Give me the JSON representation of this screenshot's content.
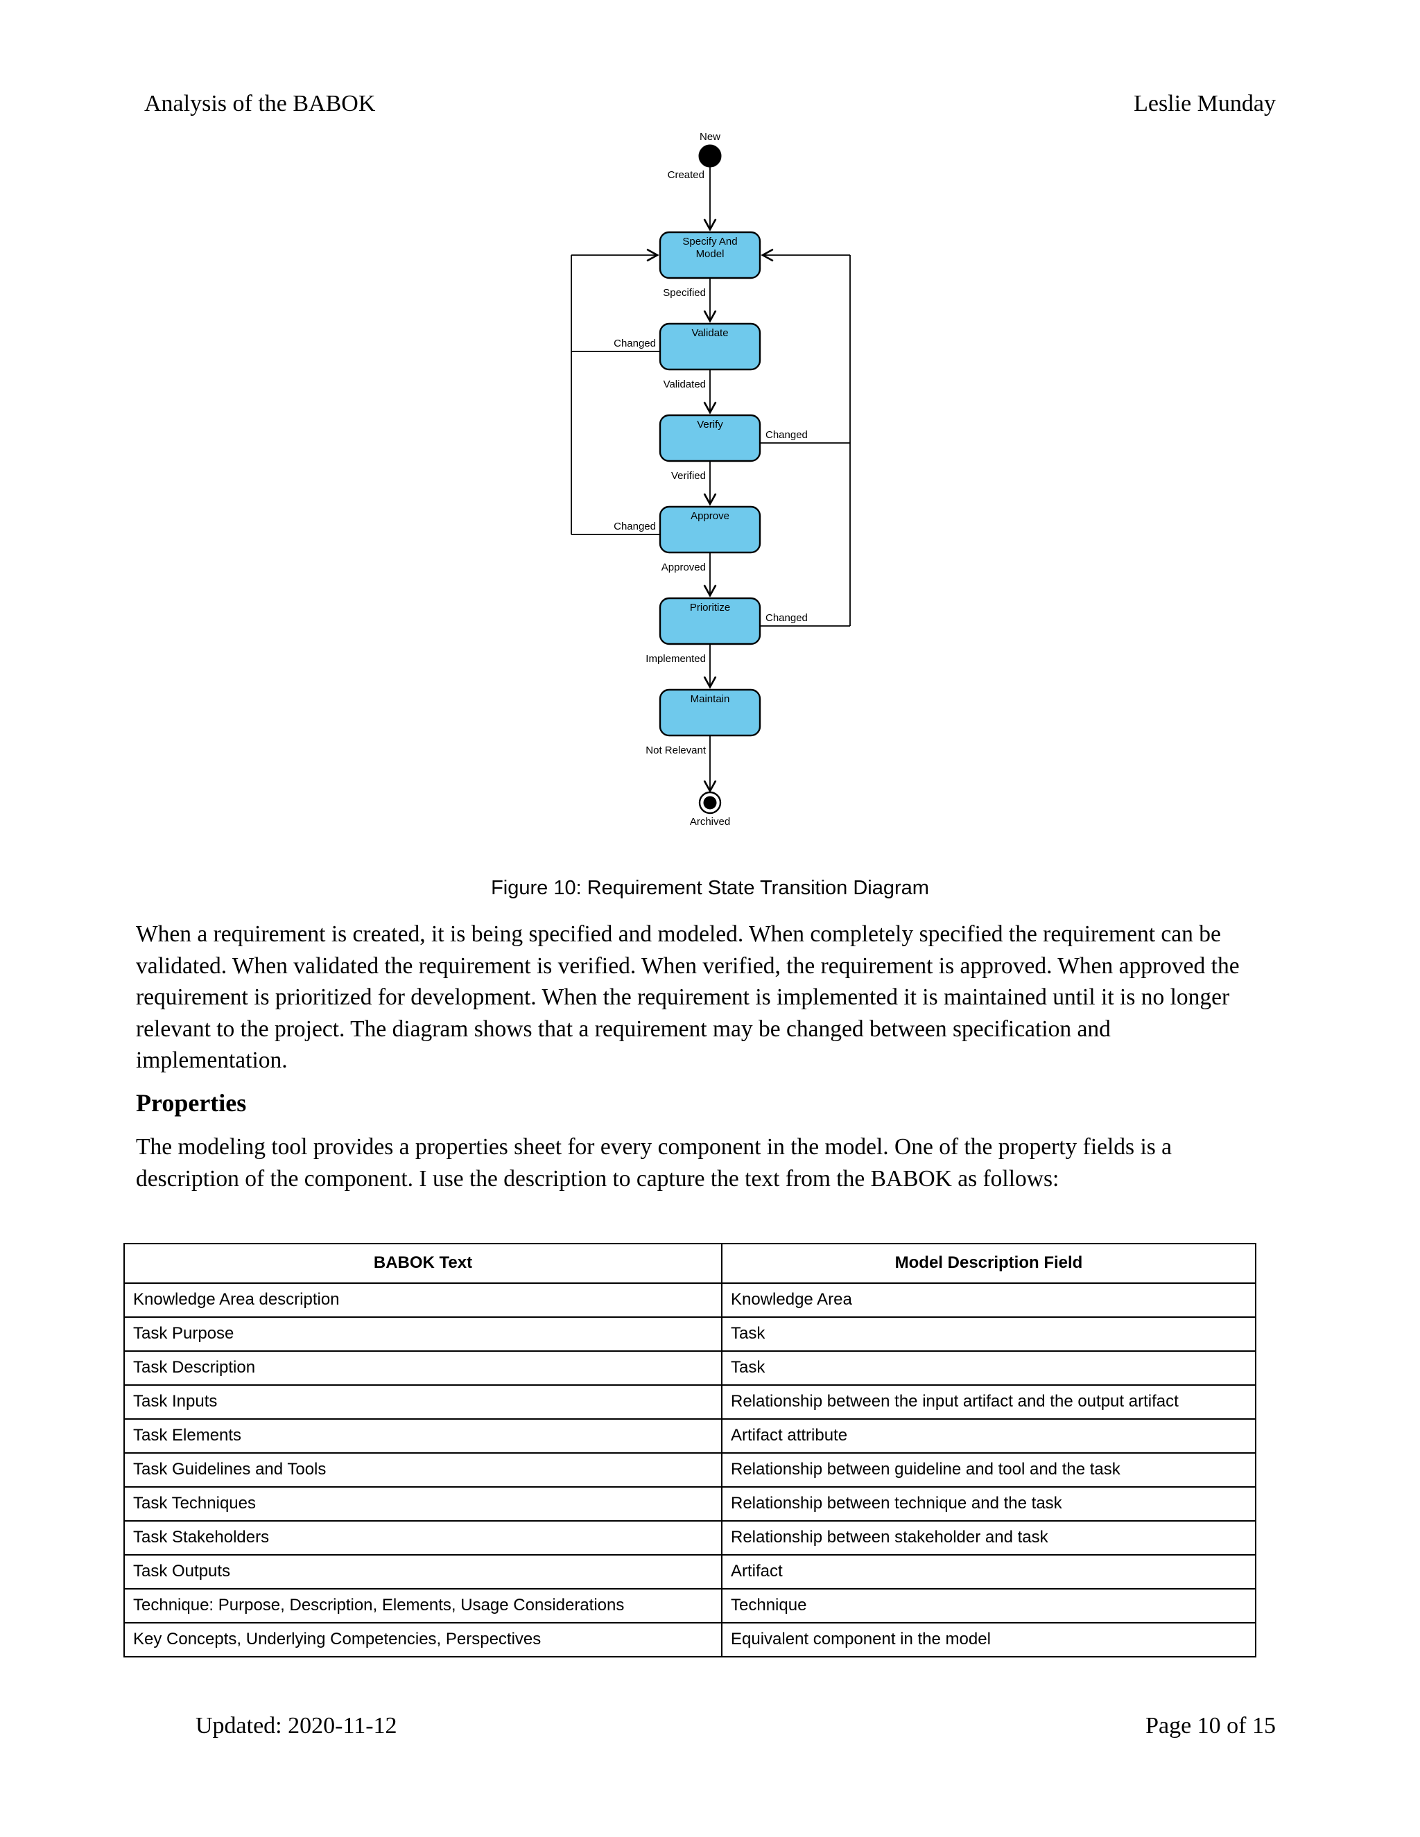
{
  "header": {
    "left": "Analysis of the BABOK",
    "right": "Leslie Munday"
  },
  "footer": {
    "left": "Updated: 2020-11-12",
    "right": "Page 10 of 15"
  },
  "figure": {
    "caption": "Figure 10:  Requirement State Transition Diagram",
    "state_fill_color": "#6FC9EC",
    "state_stroke_color": "#000000",
    "initial_state_label": "New",
    "final_state_label": "Archived",
    "states": [
      {
        "id": "specify-and-model",
        "label": "Specify And Model"
      },
      {
        "id": "validate",
        "label": "Validate"
      },
      {
        "id": "verify",
        "label": "Verify"
      },
      {
        "id": "approve",
        "label": "Approve"
      },
      {
        "id": "prioritize",
        "label": "Prioritize"
      },
      {
        "id": "maintain",
        "label": "Maintain"
      }
    ],
    "transitions": [
      {
        "from": "New",
        "to": "Specify And Model",
        "label": "Created"
      },
      {
        "from": "Specify And Model",
        "to": "Validate",
        "label": "Specified"
      },
      {
        "from": "Validate",
        "to": "Verify",
        "label": "Validated"
      },
      {
        "from": "Verify",
        "to": "Approve",
        "label": "Verified"
      },
      {
        "from": "Approve",
        "to": "Prioritize",
        "label": "Approved"
      },
      {
        "from": "Prioritize",
        "to": "Maintain",
        "label": "Implemented"
      },
      {
        "from": "Maintain",
        "to": "Archived",
        "label": "Not Relevant"
      },
      {
        "from": "Validate",
        "to": "Specify And Model",
        "label": "Changed"
      },
      {
        "from": "Verify",
        "to": "Specify And Model",
        "label": "Changed"
      },
      {
        "from": "Approve",
        "to": "Specify And Model",
        "label": "Changed"
      },
      {
        "from": "Prioritize",
        "to": "Specify And Model",
        "label": "Changed"
      }
    ],
    "labels": {
      "new": "New",
      "created": "Created",
      "specify_and_model": "Specify And Model",
      "specified": "Specified",
      "validate": "Validate",
      "changed_1": "Changed",
      "validated": "Validated",
      "verify": "Verify",
      "changed_2": "Changed",
      "verified": "Verified",
      "approve": "Approve",
      "changed_3": "Changed",
      "approved": "Approved",
      "prioritize": "Prioritize",
      "changed_4": "Changed",
      "implemented": "Implemented",
      "maintain": "Maintain",
      "not_relevant": "Not Relevant",
      "archived": "Archived"
    }
  },
  "body": {
    "paragraph_1": "When a requirement is created, it is being specified and modeled. When completely specified the requirement can be validated. When validated the requirement is verified. When verified, the requirement is approved. When approved the requirement is prioritized for development. When the requirement is implemented it is maintained until it is no longer relevant to the project. The diagram shows that a requirement may be changed between specification and implementation.",
    "section_heading": "Properties",
    "paragraph_2": "The modeling tool provides a properties sheet for every component in the model. One of the property fields is a description of the component. I use the description to capture the text from the BABOK as follows:"
  },
  "table": {
    "headers": [
      "BABOK Text",
      "Model Description Field"
    ],
    "rows": [
      [
        "Knowledge Area description",
        "Knowledge Area"
      ],
      [
        "Task Purpose",
        "Task"
      ],
      [
        "Task Description",
        "Task"
      ],
      [
        "Task Inputs",
        "Relationship between the input artifact and the output artifact"
      ],
      [
        "Task Elements",
        "Artifact attribute"
      ],
      [
        "Task Guidelines and Tools",
        "Relationship between guideline and tool and the task"
      ],
      [
        "Task Techniques",
        "Relationship between technique and the task"
      ],
      [
        "Task Stakeholders",
        "Relationship between stakeholder and task"
      ],
      [
        "Task Outputs",
        "Artifact"
      ],
      [
        "Technique: Purpose, Description, Elements, Usage Considerations",
        "Technique"
      ],
      [
        "Key Concepts, Underlying Competencies, Perspectives",
        "Equivalent component in the model"
      ]
    ]
  }
}
